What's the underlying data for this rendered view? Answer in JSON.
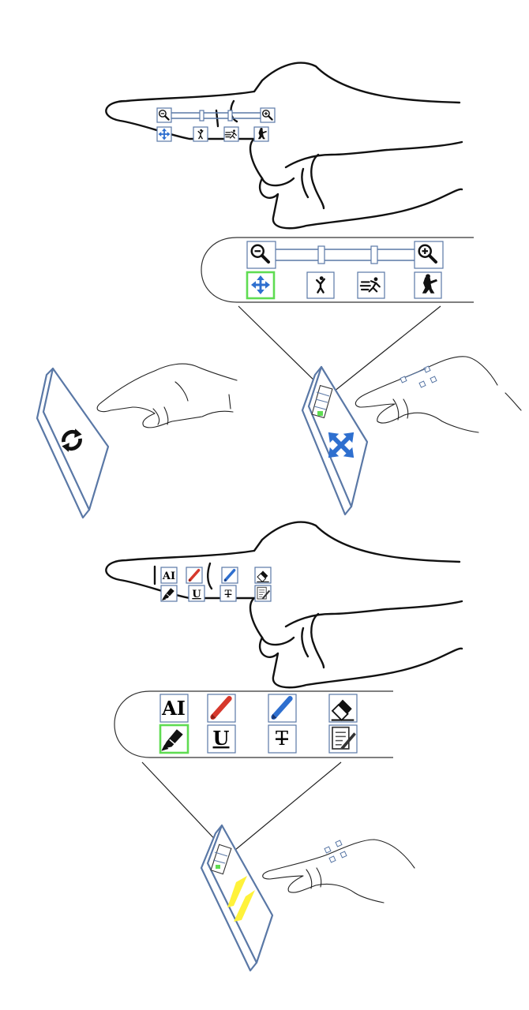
{
  "palette": {
    "tablet_edge": "#5a78a6",
    "toolbar_tile_border": "#5a78a6",
    "selected_tile_border": "#5fdc52",
    "move_icon": "#2e6fcf",
    "marker_red": "#d6382c",
    "pen_blue": "#2e6fcf",
    "highlight_yellow": "#fff23a",
    "line": "#111111"
  },
  "panel_top": {
    "hand_toolbar": {
      "slider_ends": [
        "zoom-out-icon",
        "zoom-in-icon"
      ],
      "modes": [
        "move-icon",
        "walking-figure-icon",
        "running-figure-icon",
        "soldier-figure-icon"
      ]
    },
    "zoomed_toolbar": {
      "slider_ends": [
        "zoom-out-icon",
        "zoom-in-icon"
      ],
      "modes": [
        "move-icon",
        "walking-figure-icon",
        "running-figure-icon",
        "soldier-figure-icon"
      ],
      "selected": "move-icon"
    },
    "left_tablet": {
      "content_icon": "rotate-icon"
    },
    "right_tablet": {
      "content_icon": "move-arrows-icon"
    }
  },
  "panel_bottom": {
    "hand_toolbar": {
      "row1": [
        "text-select-icon",
        "red-marker-icon",
        "blue-pen-icon",
        "eraser-icon"
      ],
      "row2": [
        "highlighter-icon",
        "underline-icon",
        "strikethrough-icon",
        "notes-icon"
      ],
      "labels": {
        "text_select": "AI",
        "underline": "U",
        "strikethrough": "T"
      }
    },
    "zoomed_toolbar": {
      "row1": [
        "text-select-icon",
        "red-marker-icon",
        "blue-pen-icon",
        "eraser-icon"
      ],
      "row2": [
        "highlighter-icon",
        "underline-icon",
        "strikethrough-icon",
        "notes-icon"
      ],
      "labels": {
        "text_select": "AI",
        "underline": "U",
        "strikethrough": "T"
      },
      "selected": "highlighter-icon"
    },
    "tablet": {
      "content_icon": "yellow-highlight-strokes"
    }
  }
}
